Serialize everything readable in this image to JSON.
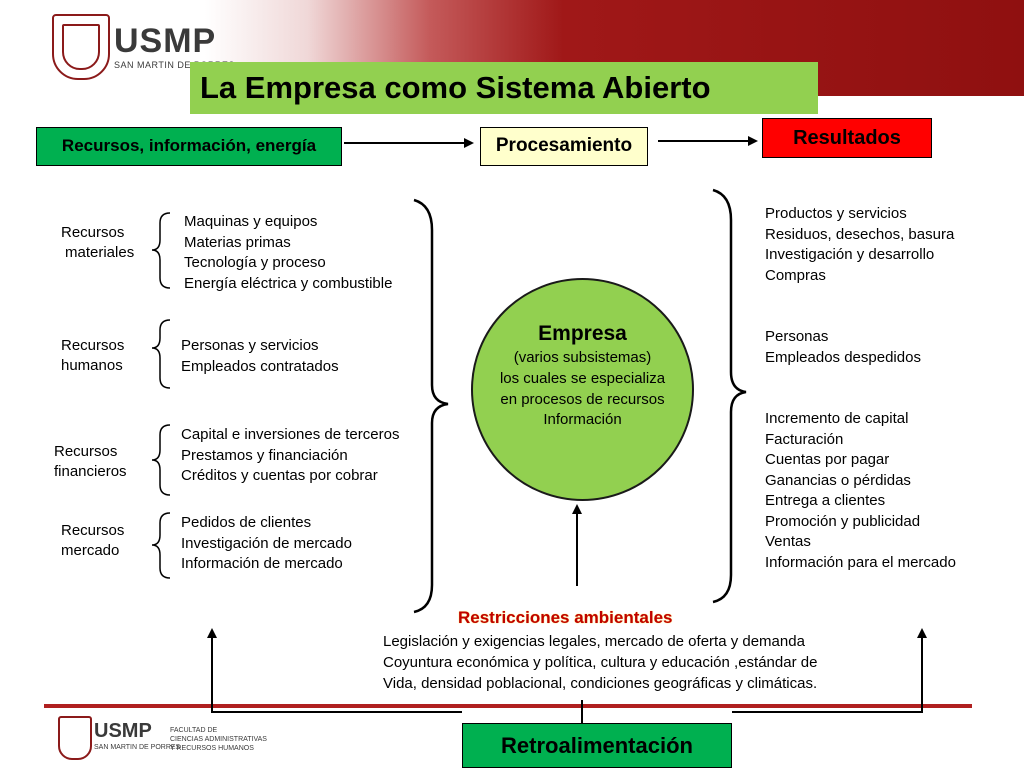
{
  "title": "La Empresa como Sistema Abierto",
  "logo": {
    "text": "USMP",
    "subtitle": "SAN MARTIN DE PORRES"
  },
  "flow": {
    "inputs": "Recursos, información, energía",
    "process": "Procesamiento",
    "outputs": "Resultados"
  },
  "input_groups": [
    {
      "label_line1": "Recursos",
      "label_line2": "materiales",
      "items": [
        "Maquinas y equipos",
        "Materias primas",
        "Tecnología y proceso",
        "Energía eléctrica y combustible"
      ]
    },
    {
      "label_line1": "Recursos",
      "label_line2": "humanos",
      "items": [
        "Personas y servicios",
        "Empleados contratados"
      ]
    },
    {
      "label_line1": "Recursos",
      "label_line2": "financieros",
      "items": [
        "Capital e inversiones de terceros",
        "Prestamos y financiación",
        "Créditos y cuentas por cobrar"
      ]
    },
    {
      "label_line1": "Recursos",
      "label_line2": "mercado",
      "items": [
        "Pedidos de clientes",
        "Investigación de mercado",
        "Información de mercado"
      ]
    }
  ],
  "company": {
    "title": "Empresa",
    "lines": [
      "(varios subsistemas)",
      "los cuales se especializa",
      "en procesos de recursos",
      "Información"
    ]
  },
  "output_groups": [
    {
      "items": [
        "Productos y servicios",
        "Residuos, desechos, basura",
        "Investigación y desarrollo",
        "Compras"
      ]
    },
    {
      "items": [
        "Personas",
        "Empleados despedidos"
      ]
    },
    {
      "items": [
        "Incremento de capital",
        "Facturación",
        "Cuentas por pagar",
        "Ganancias o pérdidas",
        "Entrega a clientes",
        "Promoción y publicidad",
        "Ventas",
        "Información para el mercado"
      ]
    }
  ],
  "restrictions": {
    "title": "Restricciones ambientales",
    "lines": [
      "Legislación y exigencias legales, mercado de oferta y demanda",
      "Coyuntura económica y política, cultura y educación ,estándar de",
      "Vida, densidad poblacional, condiciones geográficas y climáticas."
    ]
  },
  "feedback": "Retroalimentación",
  "footer": {
    "logo_text": "USMP",
    "logo_subtitle": "SAN MARTIN DE PORRES",
    "faculty_lines": [
      "FACULTAD DE",
      "CIENCIAS ADMINISTRATIVAS",
      "Y RECURSOS HUMANOS"
    ]
  },
  "colors": {
    "green_box": "#00b050",
    "title_bg": "#92d050",
    "red_box": "#ff0000",
    "yellow_box": "#ffffcc",
    "restriction_title": "#c00000",
    "brand": "#8b1a1a"
  }
}
